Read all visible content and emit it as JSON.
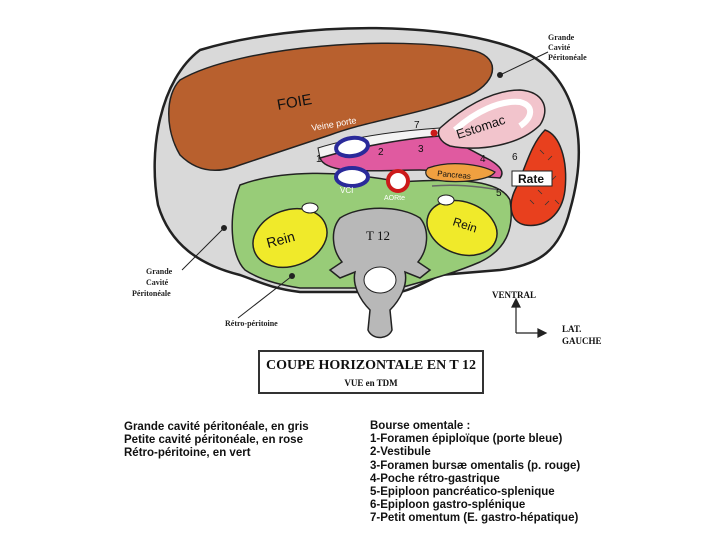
{
  "labels": {
    "grande_cavite_top": [
      "Grande",
      "Cavité",
      "Péritonéale"
    ],
    "grande_cavite_left": [
      "Grande",
      "Cavité",
      "Péritonéale"
    ],
    "retro_peritoine": "Rétro-péritoine",
    "foie": "FOIE",
    "veine_porte": "Veine porte",
    "estomac": "Estomac",
    "pancreas": "Pancreas",
    "rate": "Rate",
    "vci": "VCI",
    "aorte": "AORte",
    "rein_left": "Rein",
    "rein_right": "Rein",
    "vertebra": "T 12",
    "ventral": "VENTRAL",
    "lat_gauche": [
      "LAT.",
      "GAUCHE"
    ],
    "numbers": [
      "1",
      "2",
      "3",
      "4",
      "5",
      "6",
      "7"
    ]
  },
  "caption": {
    "title": "COUPE HORIZONTALE EN T 12",
    "subtitle": "VUE en TDM"
  },
  "legend_colors": [
    "Grande cavité péritonéale, en gris",
    "Petite cavité péritonéale, en rose",
    "Rétro-péritoine, en vert"
  ],
  "bourse": {
    "title": "Bourse omentale :",
    "items": [
      "1-Foramen épiploïque (porte bleue)",
      "2-Vestibule",
      "3-Foramen bursæ omentalis (p. rouge)",
      "4-Poche rétro-gastrique",
      "5-Epiploon pancréatico-splenique",
      "6-Epiploon gastro-splénique",
      "7-Petit omentum (E. gastro-hépatique)"
    ]
  },
  "colors": {
    "liver": "#b8602e",
    "peritoneal_gray": "#d9d9d9",
    "lesser_sac_pink": "#e05aa0",
    "stomach_pink": "#f2c4cc",
    "retro_green": "#98cc78",
    "kidney_yellow": "#f0ea2a",
    "spleen_red": "#e8401e",
    "vessel_blue": "#2a2a9a",
    "aorta_red": "#cc1a1a",
    "pancreas_orange": "#f0a040",
    "bone_gray": "#b8b8b8"
  }
}
